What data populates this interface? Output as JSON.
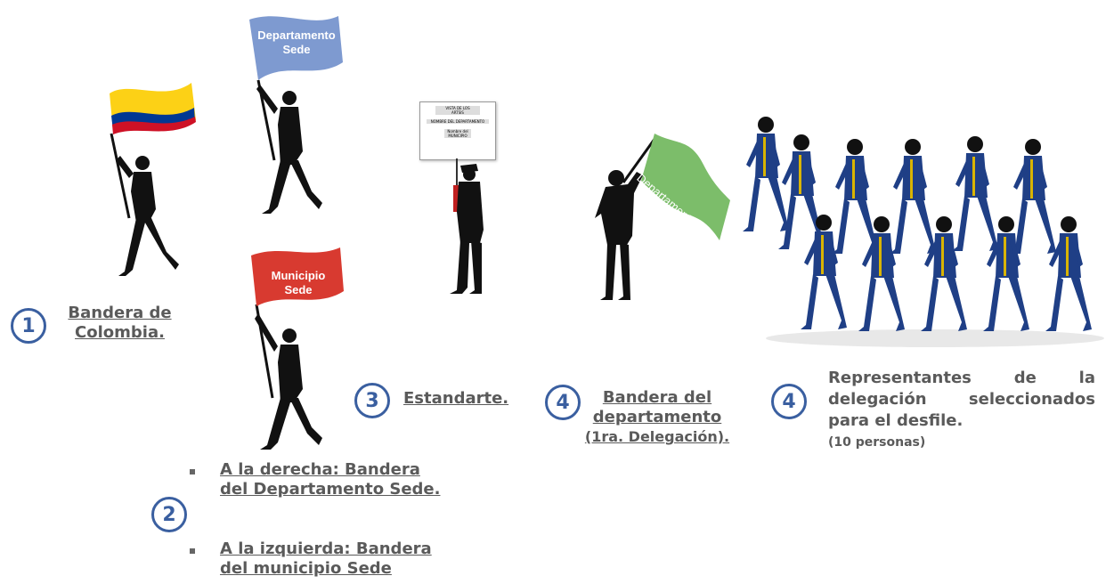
{
  "numbers": {
    "n1": "1",
    "n2": "2",
    "n3": "3",
    "n4a": "4",
    "n4b": "4"
  },
  "flags": {
    "departamento_sede": [
      "Departamento",
      "Sede"
    ],
    "municipio_sede": [
      "Municipio",
      "Sede"
    ],
    "departamento": "Departamento"
  },
  "standard_sign": [
    "VISTA DE LOS",
    "ARTSIS",
    "NOMBRE DEL DEPARTAMENTO",
    "Nombre del",
    "MUNICIPIO"
  ],
  "items": {
    "colombia": [
      "Bandera de",
      "Colombia."
    ],
    "estandarte": "Estandarte.",
    "departamento": [
      "Bandera del",
      "departamento",
      "(1ra. Delegación)."
    ],
    "representantes": [
      "Representantes de la",
      "delegación seleccionados",
      "para el desfile.",
      "(10 personas)"
    ],
    "derecha": [
      "A la derecha: Bandera",
      "del Departamento Sede."
    ],
    "izquierda": [
      "A la izquierda: Bandera",
      "del municipio Sede"
    ]
  },
  "colors": {
    "accent": "#3a5fa0",
    "text": "#5a5a5a",
    "flag_blue": "#7e9ad0",
    "flag_red": "#d83a30",
    "flag_green": "#7cbd6a",
    "yellow": "#fcd116",
    "blue": "#003893",
    "red": "#ce1126"
  }
}
